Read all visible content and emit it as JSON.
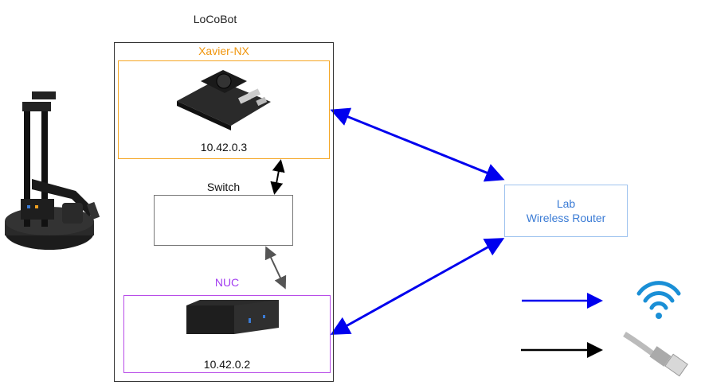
{
  "diagram": {
    "title": "LoCoBot",
    "xavier": {
      "label": "Xavier-NX",
      "ip": "10.42.0.3",
      "color": "#f5a623"
    },
    "switch": {
      "label": "Switch"
    },
    "nuc": {
      "label": "NUC",
      "ip": "10.42.0.2",
      "color": "#b84de8"
    },
    "router": {
      "line1": "Lab",
      "line2": "Wireless Router",
      "color": "#3a7bd5"
    },
    "legend": [
      {
        "type": "wireless",
        "arrow_color": "#0000ee",
        "icon": "wifi-icon"
      },
      {
        "type": "wired",
        "arrow_color": "#000000",
        "icon": "ethernet-cable-icon"
      }
    ],
    "images": [
      "robot-locobot-image",
      "xavier-nx-board-image",
      "network-switch-image",
      "nuc-mini-pc-image"
    ]
  }
}
